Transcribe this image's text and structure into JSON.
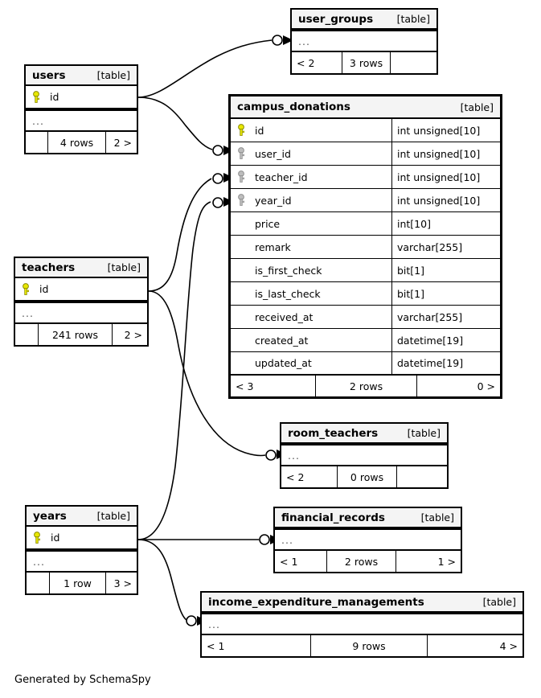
{
  "diagram": {
    "credit": "Generated by SchemaSpy",
    "table_tag": "[table]",
    "ellipsis": "...",
    "colors": {
      "pk_key": "#e8e800",
      "fk_key": "#b0b0b0",
      "header_bg": "#f4f4f4",
      "border": "#000000",
      "page_bg": "#ffffff"
    }
  },
  "tables": {
    "user_groups": {
      "name": "user_groups",
      "type": "[table]",
      "columns": [],
      "ellipsis": "...",
      "footer": {
        "left": "< 2",
        "center": "3 rows",
        "right": ""
      }
    },
    "users": {
      "name": "users",
      "type": "[table]",
      "columns": [
        {
          "name": "id",
          "type": "",
          "key": "primary"
        }
      ],
      "ellipsis": "...",
      "footer": {
        "left": "",
        "center": "4 rows",
        "right": "2 >"
      }
    },
    "campus_donations": {
      "name": "campus_donations",
      "type": "[table]",
      "columns": [
        {
          "name": "id",
          "type": "int unsigned[10]",
          "key": "primary"
        },
        {
          "name": "user_id",
          "type": "int unsigned[10]",
          "key": "foreign"
        },
        {
          "name": "teacher_id",
          "type": "int unsigned[10]",
          "key": "foreign"
        },
        {
          "name": "year_id",
          "type": "int unsigned[10]",
          "key": "foreign"
        },
        {
          "name": "price",
          "type": "int[10]",
          "key": "none"
        },
        {
          "name": "remark",
          "type": "varchar[255]",
          "key": "none"
        },
        {
          "name": "is_first_check",
          "type": "bit[1]",
          "key": "none"
        },
        {
          "name": "is_last_check",
          "type": "bit[1]",
          "key": "none"
        },
        {
          "name": "received_at",
          "type": "varchar[255]",
          "key": "none"
        },
        {
          "name": "created_at",
          "type": "datetime[19]",
          "key": "none"
        },
        {
          "name": "updated_at",
          "type": "datetime[19]",
          "key": "none"
        }
      ],
      "footer": {
        "left": "< 3",
        "center": "2 rows",
        "right": "0 >"
      }
    },
    "teachers": {
      "name": "teachers",
      "type": "[table]",
      "columns": [
        {
          "name": "id",
          "type": "",
          "key": "primary"
        }
      ],
      "ellipsis": "...",
      "footer": {
        "left": "",
        "center": "241 rows",
        "right": "2 >"
      }
    },
    "room_teachers": {
      "name": "room_teachers",
      "type": "[table]",
      "columns": [],
      "ellipsis": "...",
      "footer": {
        "left": "< 2",
        "center": "0 rows",
        "right": ""
      }
    },
    "years": {
      "name": "years",
      "type": "[table]",
      "columns": [
        {
          "name": "id",
          "type": "",
          "key": "primary"
        }
      ],
      "ellipsis": "...",
      "footer": {
        "left": "",
        "center": "1 row",
        "right": "3 >"
      }
    },
    "financial_records": {
      "name": "financial_records",
      "type": "[table]",
      "columns": [],
      "ellipsis": "...",
      "footer": {
        "left": "< 1",
        "center": "2 rows",
        "right": "1 >"
      }
    },
    "income_expenditure_managements": {
      "name": "income_expenditure_managements",
      "type": "[table]",
      "columns": [],
      "ellipsis": "...",
      "footer": {
        "left": "< 1",
        "center": "9 rows",
        "right": "4 >"
      }
    }
  },
  "relationships": [
    {
      "from": "users",
      "to": "user_groups"
    },
    {
      "from": "users",
      "to": "campus_donations.user_id"
    },
    {
      "from": "teachers",
      "to": "campus_donations.teacher_id"
    },
    {
      "from": "teachers",
      "to": "room_teachers"
    },
    {
      "from": "years",
      "to": "campus_donations.year_id"
    },
    {
      "from": "years",
      "to": "financial_records"
    },
    {
      "from": "years",
      "to": "income_expenditure_managements"
    }
  ]
}
